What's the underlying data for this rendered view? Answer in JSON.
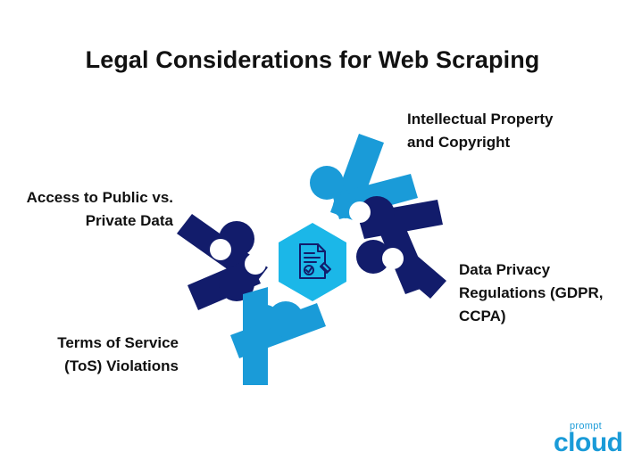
{
  "title": "Legal Considerations for Web Scraping",
  "labels": {
    "ip": [
      "Intellectual Property",
      "and Copyright"
    ],
    "access": [
      "Access to Public vs.",
      "Private Data"
    ],
    "privacy": [
      "Data Privacy",
      "Regulations (GDPR,",
      "CCPA)"
    ],
    "tos": [
      "Terms of Service",
      "(ToS) Violations"
    ]
  },
  "icons": {
    "center": "legal-document-icon"
  },
  "colors": {
    "light_blue": "#1a9bd8",
    "dark_navy": "#121c6b",
    "center_hex": "#1bb7e8"
  },
  "logo": {
    "top": "prompt",
    "bottom": "cloud"
  }
}
